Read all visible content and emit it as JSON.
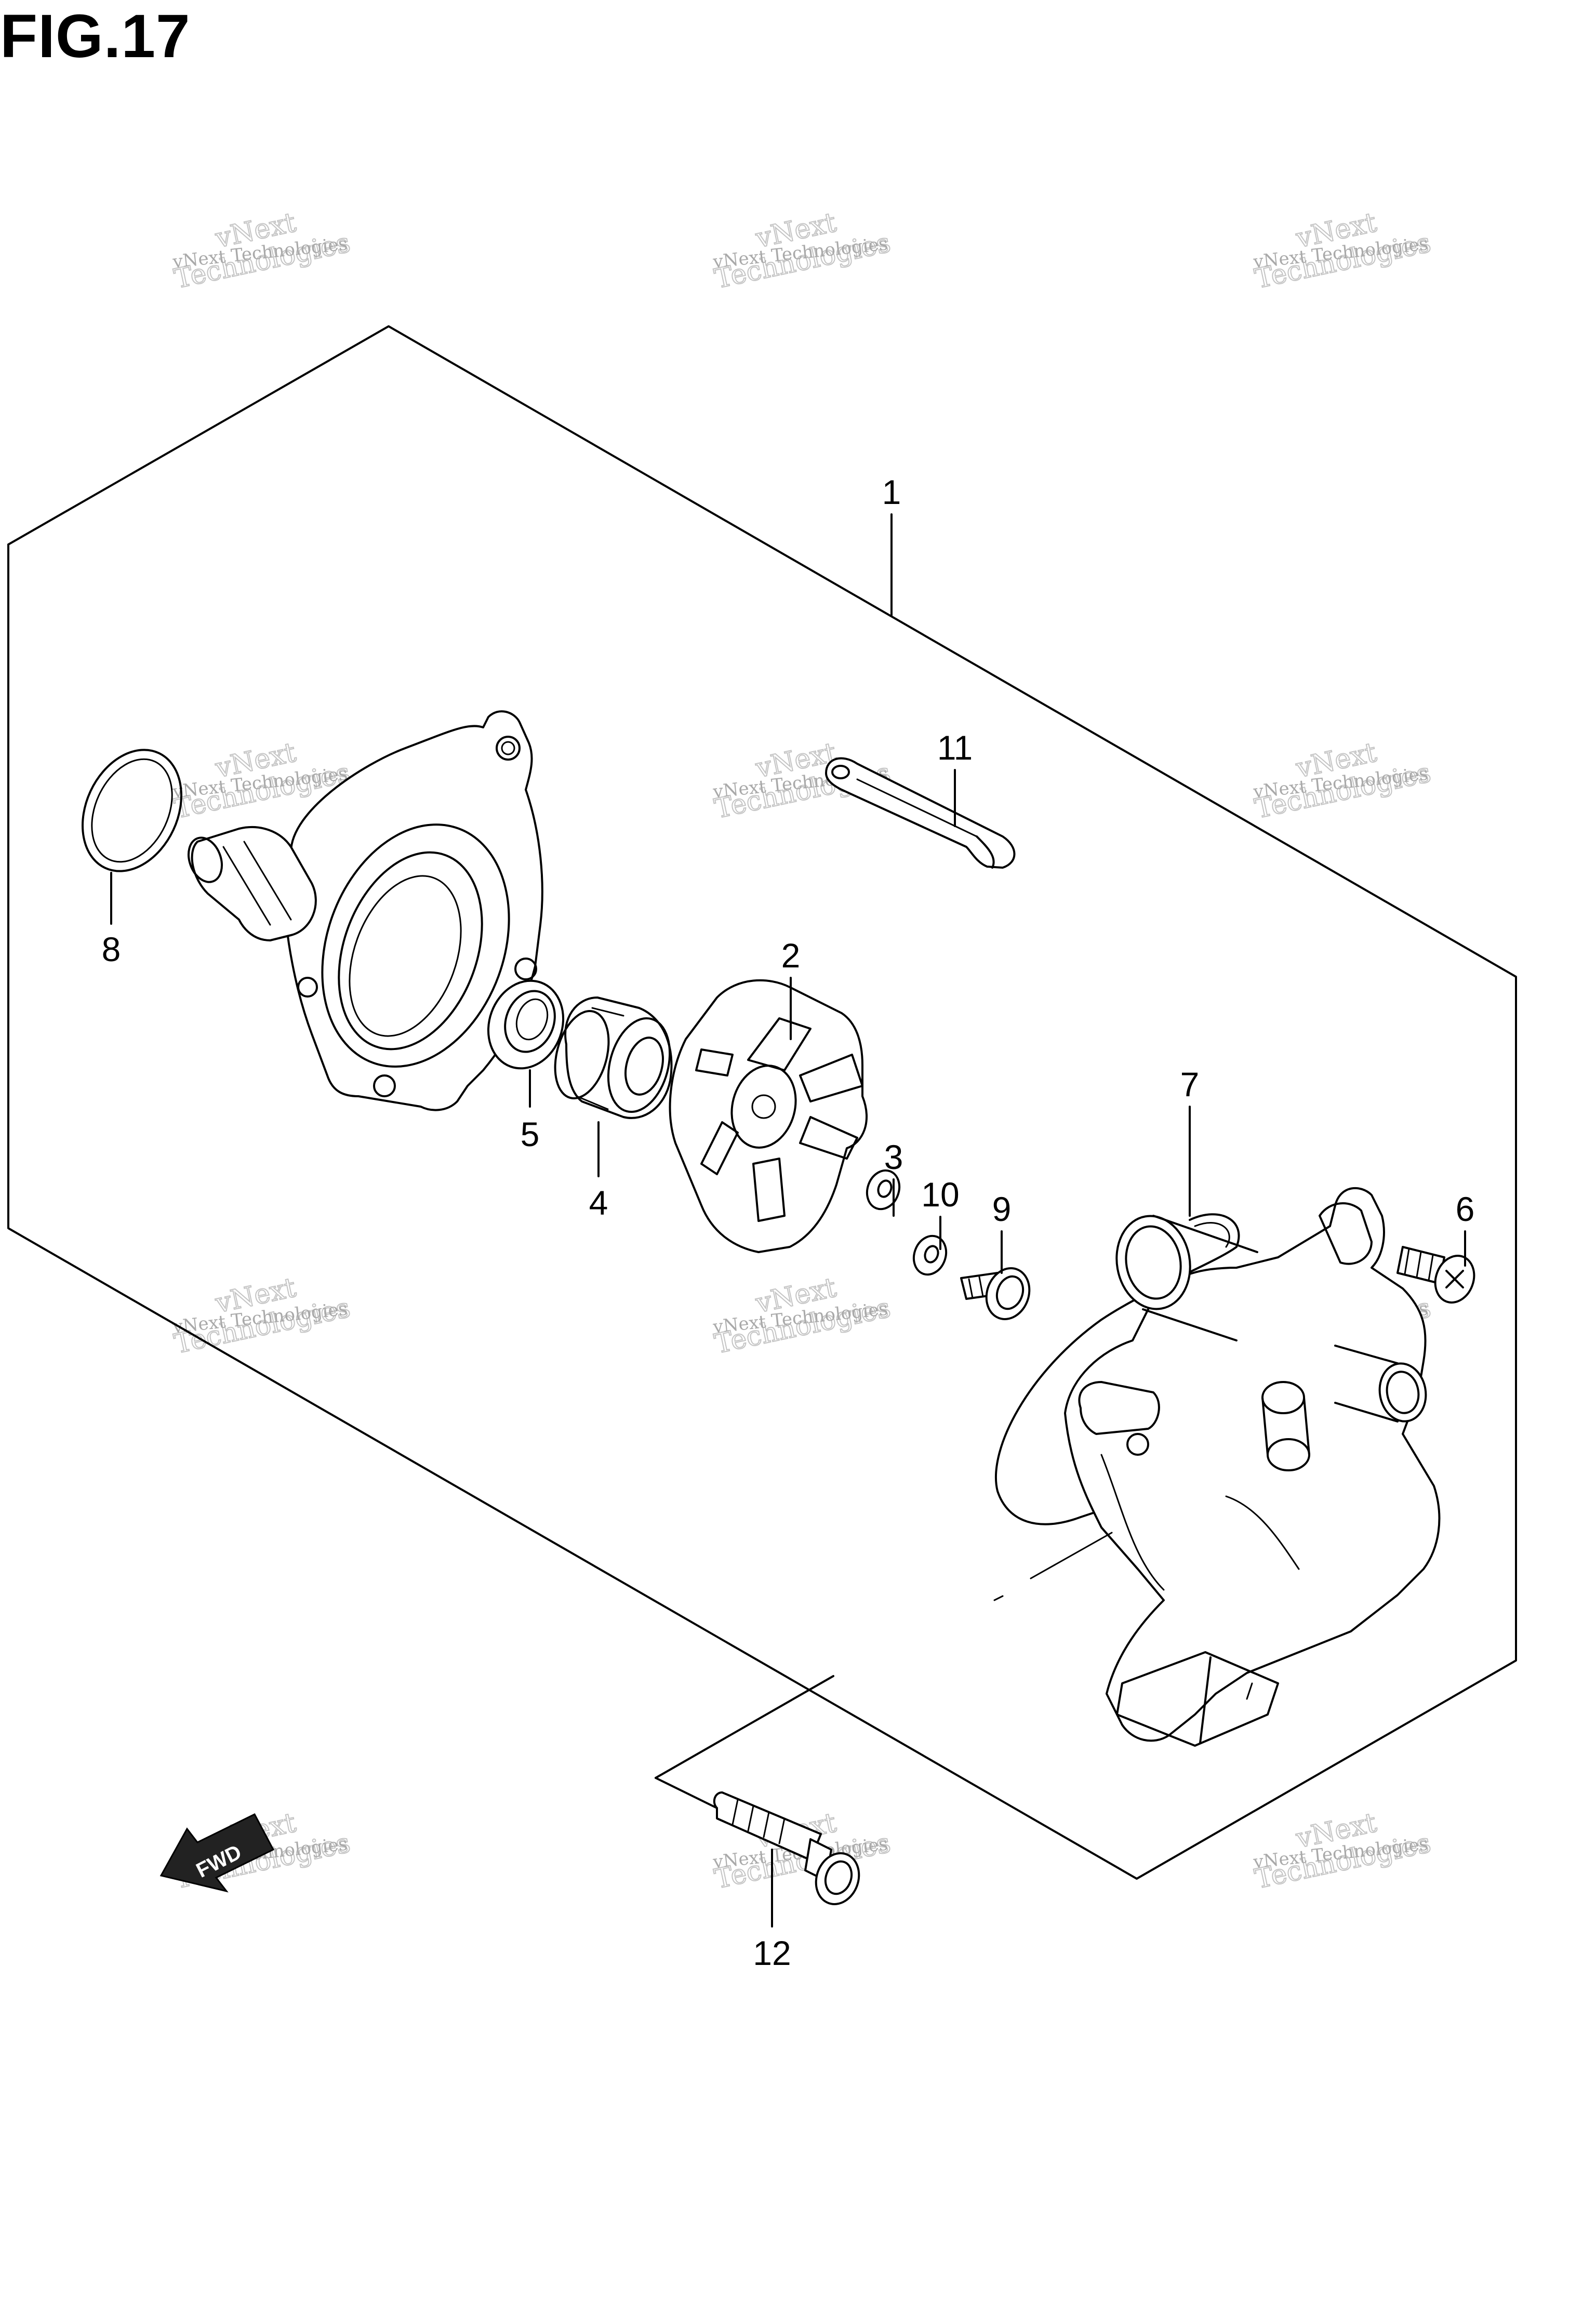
{
  "figure": {
    "title": "FIG.17",
    "fwd_label": "FWD"
  },
  "callouts": [
    {
      "id": "1",
      "label": "1"
    },
    {
      "id": "2",
      "label": "2"
    },
    {
      "id": "3",
      "label": "3"
    },
    {
      "id": "4",
      "label": "4"
    },
    {
      "id": "5",
      "label": "5"
    },
    {
      "id": "6",
      "label": "6"
    },
    {
      "id": "7",
      "label": "7"
    },
    {
      "id": "8",
      "label": "8"
    },
    {
      "id": "9",
      "label": "9"
    },
    {
      "id": "10",
      "label": "10"
    },
    {
      "id": "11",
      "label": "11"
    },
    {
      "id": "12",
      "label": "12"
    }
  ],
  "watermark": {
    "line_small": "vNext Technologies",
    "line_big_1": "vNext",
    "line_big_2": "Technologies"
  },
  "colors": {
    "ink": "#000000",
    "watermark": "#a9a9a9",
    "background": "#ffffff"
  }
}
